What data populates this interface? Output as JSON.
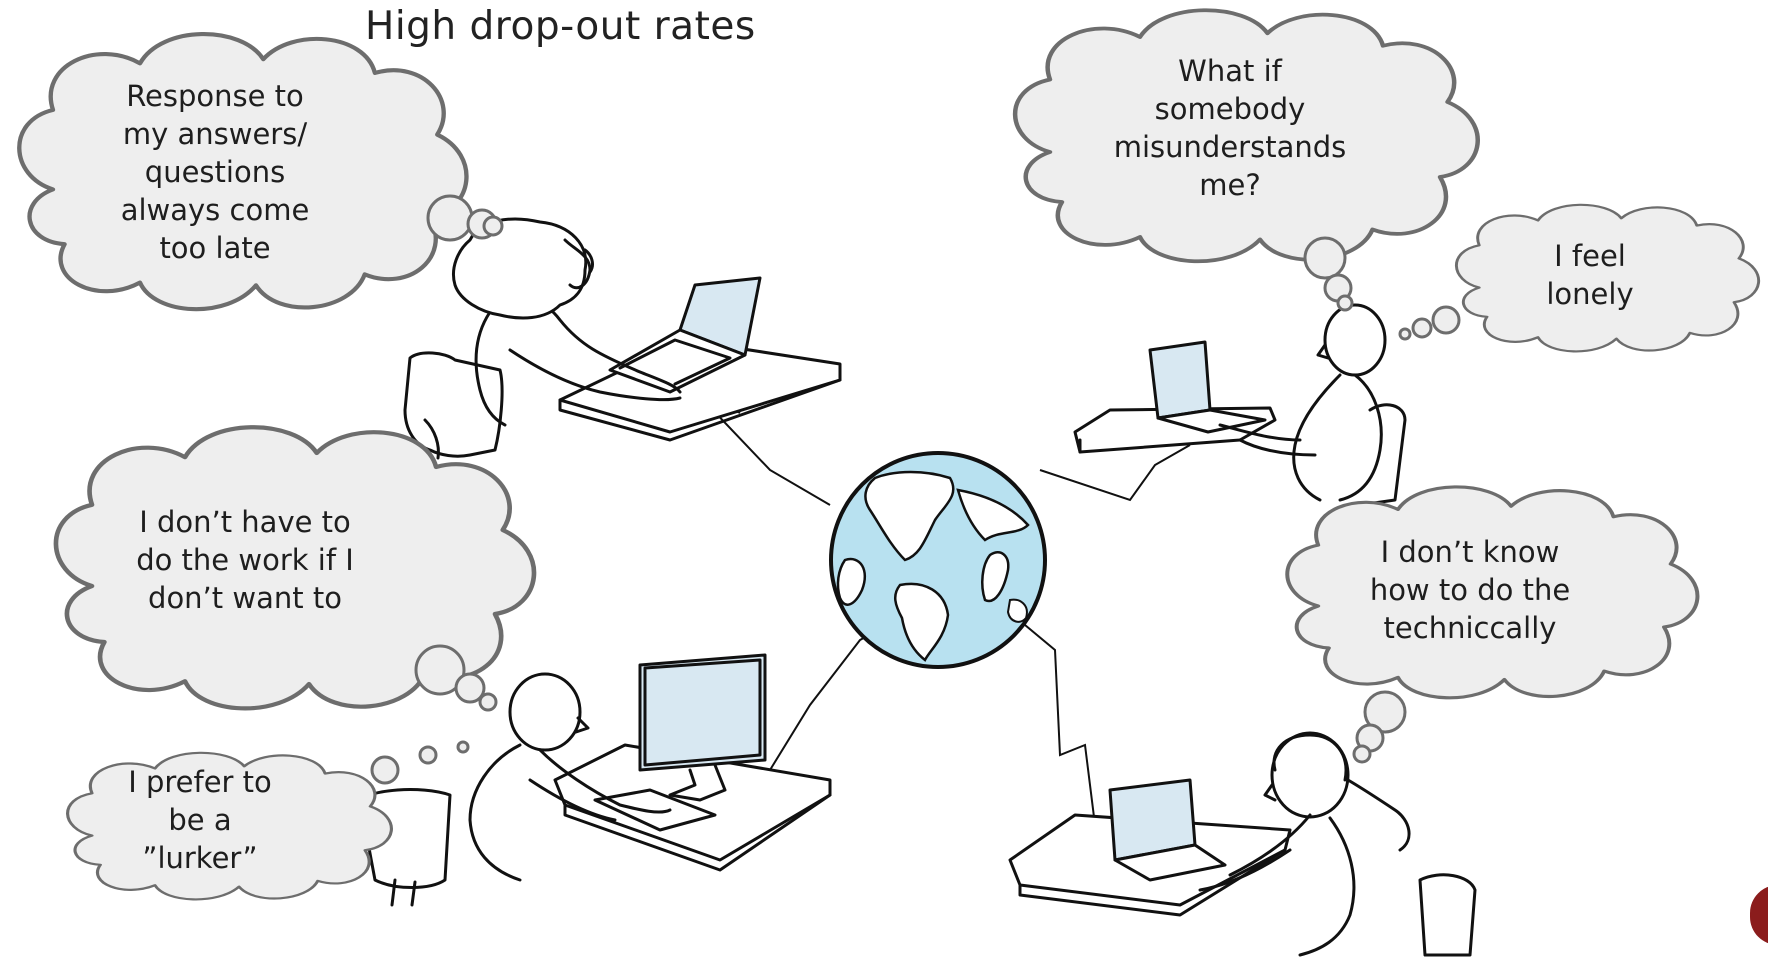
{
  "title": "High drop-out rates",
  "colors": {
    "cloud_fill": "#eeeeee",
    "cloud_stroke": "#6d6d6d",
    "globe_water": "#b8e1f0",
    "screen": "#d8e8f2",
    "ink": "#111111",
    "badge": "#8b1c1c"
  },
  "thoughts": {
    "response_late": [
      "Response to",
      "my answers/",
      "questions",
      "always come",
      "too late"
    ],
    "misunderstands": [
      "What if",
      "somebody",
      "misunderstands",
      "me?"
    ],
    "lonely": [
      "I feel",
      "lonely"
    ],
    "dont_have_to": [
      "I don’t have to",
      "do the work if I",
      "don’t want to"
    ],
    "lurker": [
      "I prefer to",
      "be a",
      "”lurker”"
    ],
    "technically": [
      "I don’t know",
      "how to do the",
      "techniccally"
    ]
  },
  "figures": [
    "woman-laptop-top-left",
    "man-laptop-top-right",
    "man-desktop-bottom-left",
    "woman-laptop-bottom-right"
  ],
  "center_icon": "globe-icon"
}
